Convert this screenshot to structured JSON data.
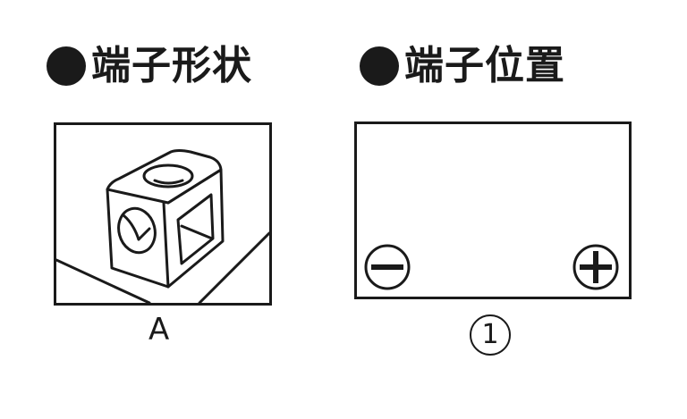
{
  "sections": {
    "terminal_shape": {
      "title": "端子形状",
      "bullet_icon": "filled-circle-icon",
      "caption": "A",
      "illustration": "cube-terminal-icon"
    },
    "terminal_position": {
      "title": "端子位置",
      "bullet_icon": "filled-circle-icon",
      "caption": "1",
      "negative_terminal": {
        "icon": "minus-circle-icon",
        "position": "left-bottom"
      },
      "positive_terminal": {
        "icon": "plus-circle-icon",
        "position": "right-bottom"
      }
    }
  },
  "colors": {
    "ink": "#1a1a1a",
    "background": "#ffffff"
  }
}
